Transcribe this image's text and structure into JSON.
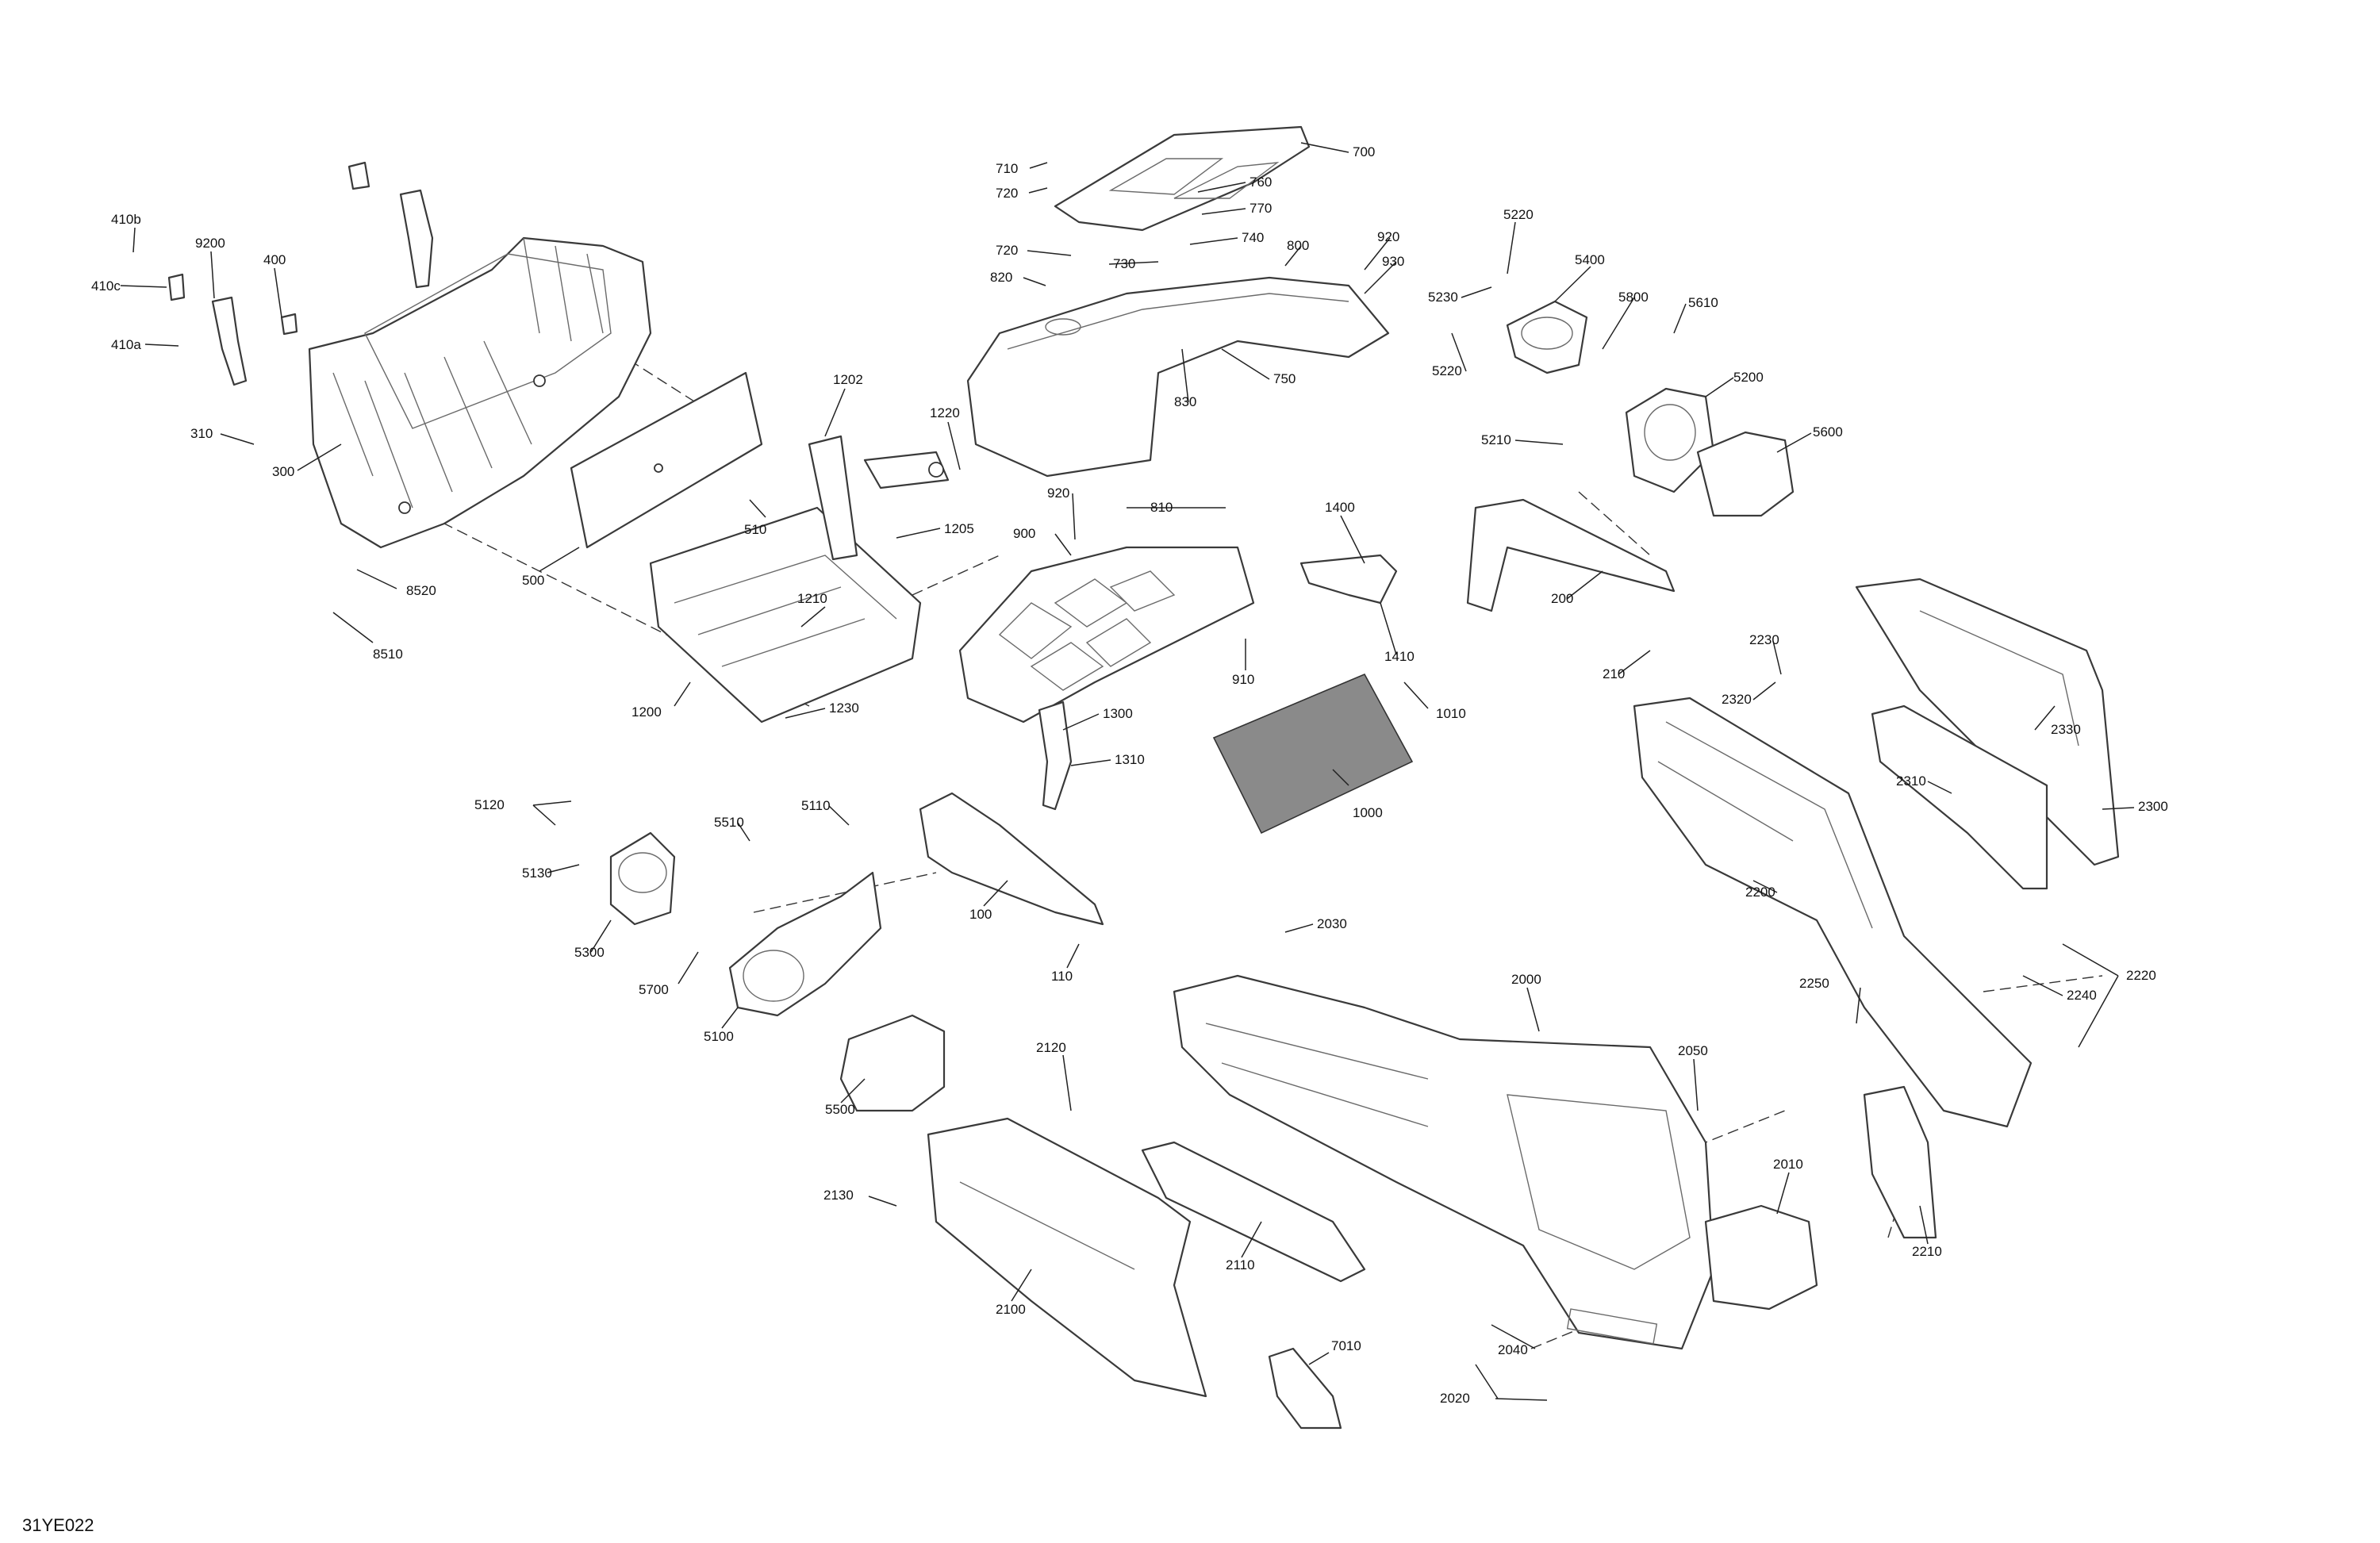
{
  "diagram": {
    "drawing_code": "31YE022",
    "callouts": {
      "c410b": "410b",
      "c410c": "410c",
      "c410a": "410a",
      "c9200": "9200",
      "c400": "400",
      "c310": "310",
      "c300": "300",
      "c500": "500",
      "c510": "510",
      "c8520": "8520",
      "c8510": "8510",
      "c1202": "1202",
      "c1220": "1220",
      "c1205": "1205",
      "c1210": "1210",
      "c1200": "1200",
      "c1230": "1230",
      "c710": "710",
      "c720a": "720",
      "c700": "700",
      "c760": "760",
      "c770": "770",
      "c740": "740",
      "c720b": "720",
      "c730": "730",
      "c800": "800",
      "c820": "820",
      "c920a": "920",
      "c930": "930",
      "c830": "830",
      "c750": "750",
      "c810": "810",
      "c920b": "920",
      "c900": "900",
      "c910": "910",
      "c1300": "1300",
      "c1310": "1310",
      "c1400": "1400",
      "c1410": "1410",
      "c1010": "1010",
      "c1000": "1000",
      "c5220a": "5220",
      "c5400": "5400",
      "c5230": "5230",
      "c5800": "5800",
      "c5610": "5610",
      "c5220b": "5220",
      "c5200": "5200",
      "c5210": "5210",
      "c5600": "5600",
      "c200": "200",
      "c210": "210",
      "c2230": "2230",
      "c2320": "2320",
      "c2330": "2330",
      "c2310": "2310",
      "c2300": "2300",
      "c2200": "2200",
      "c2220": "2220",
      "c2240": "2240",
      "c2250": "2250",
      "c5120": "5120",
      "c5130": "5130",
      "c5300": "5300",
      "c5510": "5510",
      "c5110": "5110",
      "c5700": "5700",
      "c5100": "5100",
      "c5500": "5500",
      "c100": "100",
      "c110": "110",
      "c2030": "2030",
      "c2000": "2000",
      "c2050": "2050",
      "c2010": "2010",
      "c2210": "2210",
      "c2120": "2120",
      "c2130": "2130",
      "c2100": "2100",
      "c2110": "2110",
      "c2040": "2040",
      "c2020": "2020",
      "c7010": "7010"
    }
  }
}
